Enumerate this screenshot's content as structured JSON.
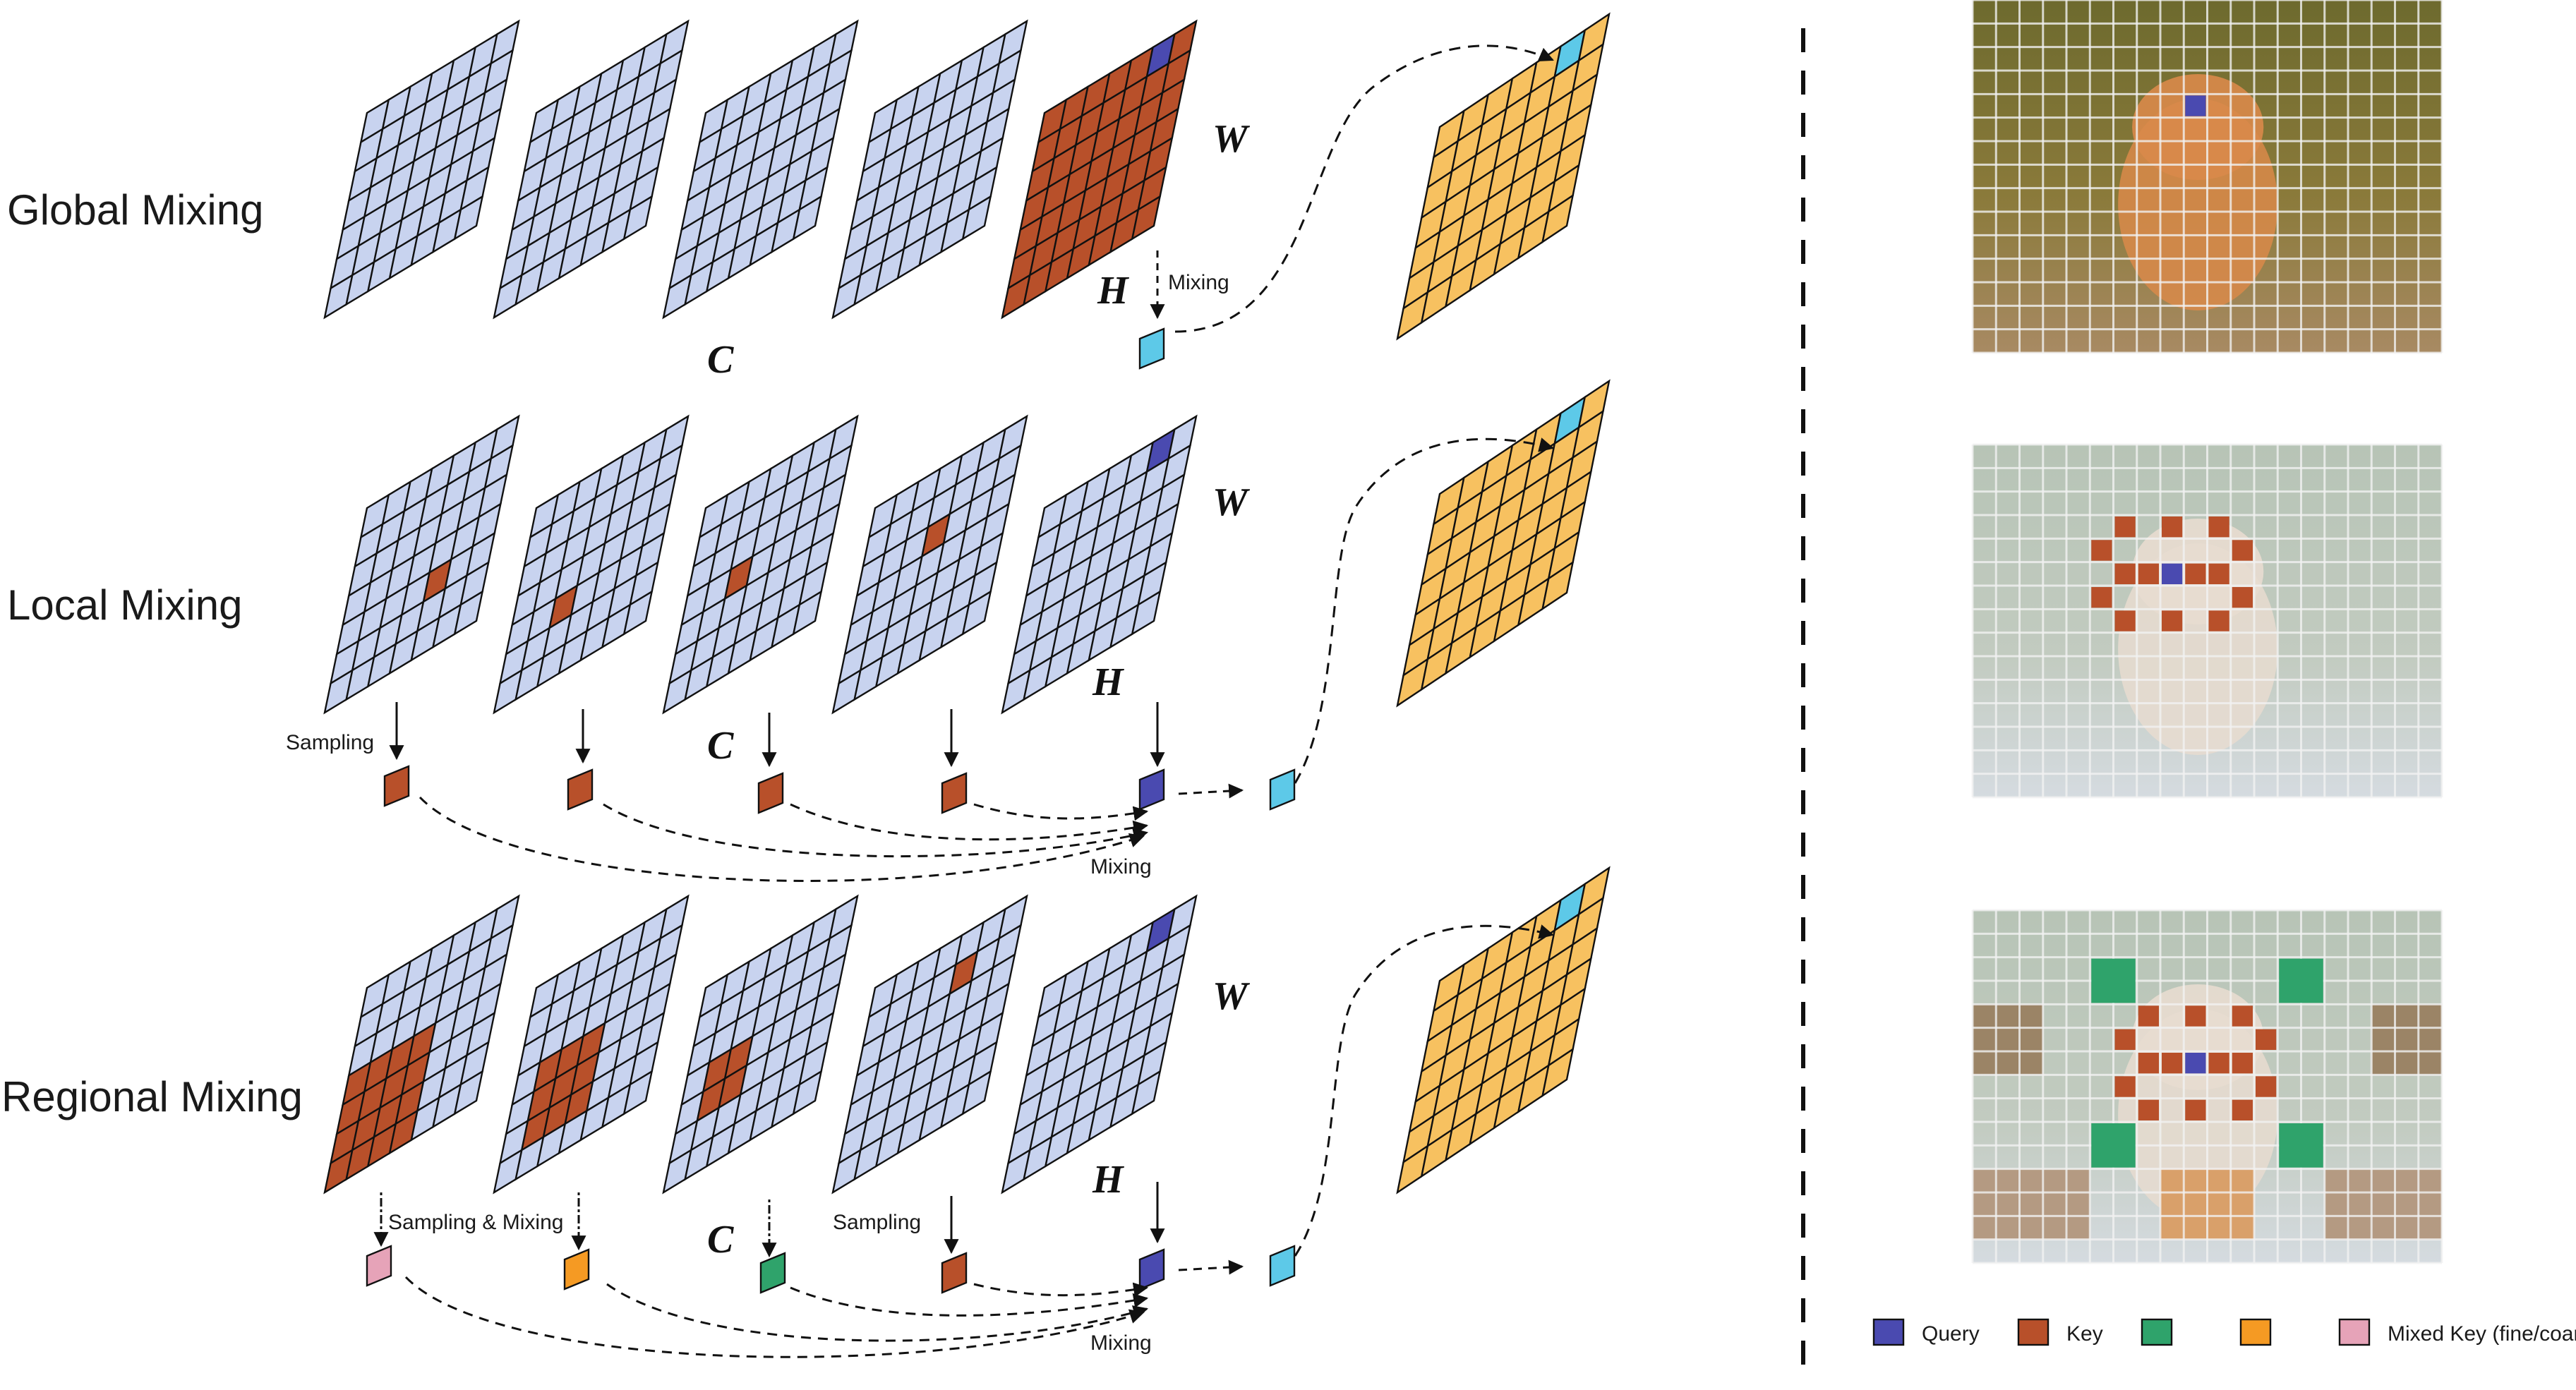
{
  "rows": [
    {
      "label": "Global Mixing"
    },
    {
      "label": "Local Mixing"
    },
    {
      "label": "Regional Mixing"
    }
  ],
  "axes": {
    "w": "W",
    "h": "H",
    "c": "C"
  },
  "annotations": {
    "mixing": "Mixing",
    "sampling": "Sampling",
    "sampling_mixing": "Sampling & Mixing"
  },
  "legend": [
    {
      "label": "Query",
      "color": "#4a4ab0"
    },
    {
      "label": "Key",
      "color": "#b8502a"
    },
    {
      "label": "",
      "color": "#2fa36b"
    },
    {
      "label": "",
      "color": "#f59a23"
    },
    {
      "label": "Mixed Key (fine/coarse level)",
      "color": "#e6a3b8"
    }
  ],
  "colors": {
    "feature_map": "#c8d3ef",
    "key": "#b8502a",
    "query": "#4a4ab0",
    "output": "#f7c160",
    "output_highlight": "#5dc9e8"
  }
}
